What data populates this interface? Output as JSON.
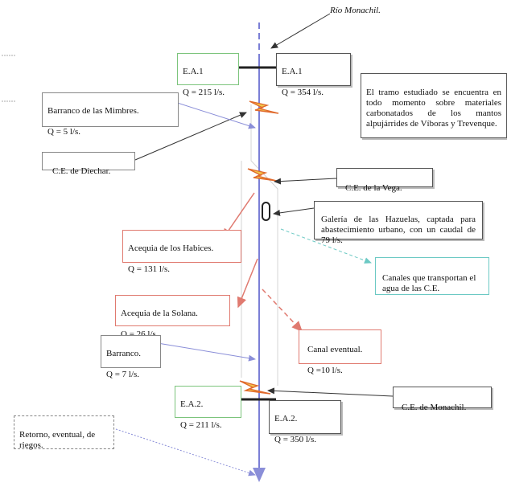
{
  "river": {
    "name": "Río Monachil."
  },
  "stations": [
    {
      "id": "ea1-left",
      "code": "E.A.1",
      "flow": "Q = 215 l/s."
    },
    {
      "id": "ea1-right",
      "code": "E.A.1",
      "flow": "Q = 354 l/s."
    },
    {
      "id": "ea2-left",
      "code": "E.A.2.",
      "flow": "Q = 211 l/s."
    },
    {
      "id": "ea2-right",
      "code": "E.A.2.",
      "flow": "Q = 350 l/s."
    }
  ],
  "tributaries": {
    "mimbres": {
      "name": "Barranco de las Mimbres.",
      "flow": "Q = 5 l/s."
    },
    "barranco": {
      "name": "Barranco.",
      "flow": "Q = 7 l/s."
    }
  },
  "power_stations": {
    "diechar": "C.E. de Diechar.",
    "vega": "C.E. de la Vega.",
    "monachil": "C.E. de Monachil."
  },
  "gallery": {
    "text": "Galería de las Hazuelas, captada para abastecimiento urbano, con un caudal de 79 l/s."
  },
  "diversions": {
    "habices": {
      "name": "Acequia de los Habices.",
      "flow": "Q = 131 l/s."
    },
    "solana": {
      "name": "Acequia de la Solana.",
      "flow": "Q = 26 l/s."
    },
    "eventual": {
      "name": "Canal eventual.",
      "flow": "Q =10 l/s."
    }
  },
  "canals_note": "Canales que transportan el agua de las C.E.",
  "geology_note": "El tramo estudiado se encuentra en todo momento sobre materiales carbonatados de los mantos alpujárrides de Víboras y Trevenque.",
  "return_note": "Retorno, eventual, de riegos.",
  "colors": {
    "river": "#7b7fd6",
    "green_border": "#7cc47c",
    "red": "#e07a70",
    "teal": "#6cc9c4"
  }
}
